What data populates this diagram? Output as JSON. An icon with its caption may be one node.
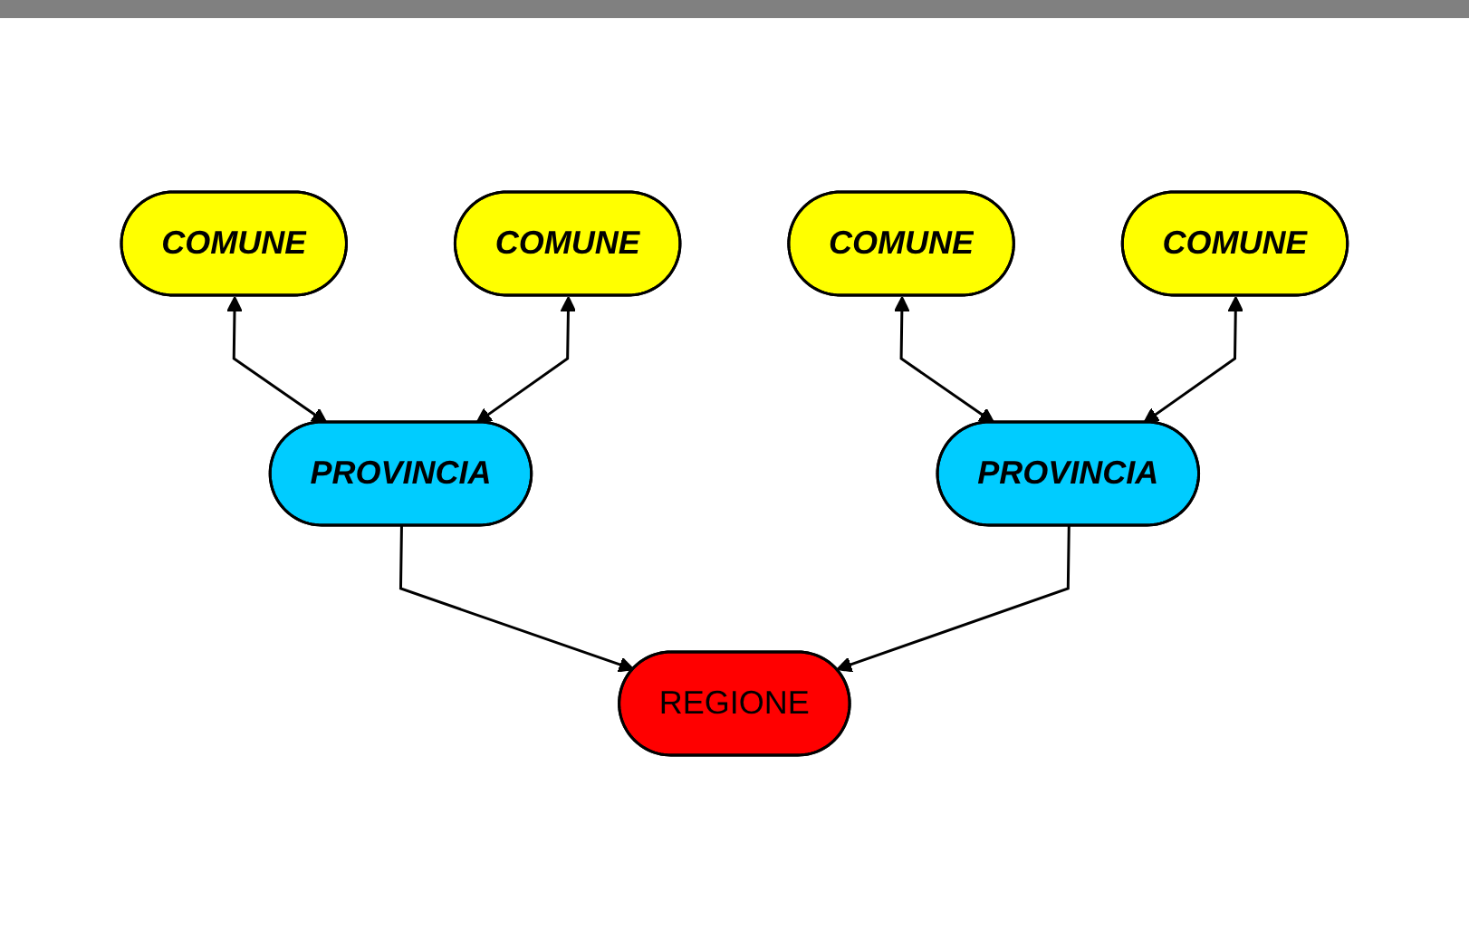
{
  "diagram": {
    "nodes": [
      {
        "text": [
          "COMUNE"
        ]
      },
      {
        "text": [
          "COMUNE"
        ]
      },
      {
        "text": [
          "COMUNE"
        ]
      },
      {
        "text": [
          "COMUNE"
        ]
      },
      {
        "text": [
          "PROVINCIA"
        ]
      },
      {
        "text": [
          "PROVINCIA"
        ]
      },
      {
        "text": [
          "REGIONE"
        ]
      }
    ],
    "edges": [
      {
        "from": 0,
        "to": 4,
        "arrow": "both"
      },
      {
        "from": 1,
        "to": 4,
        "arrow": "both"
      },
      {
        "from": 2,
        "to": 5,
        "arrow": "both"
      },
      {
        "from": 3,
        "to": 5,
        "arrow": "both"
      },
      {
        "from": 4,
        "to": 6,
        "arrow": "to"
      },
      {
        "from": 5,
        "to": 6,
        "arrow": "to"
      }
    ]
  }
}
